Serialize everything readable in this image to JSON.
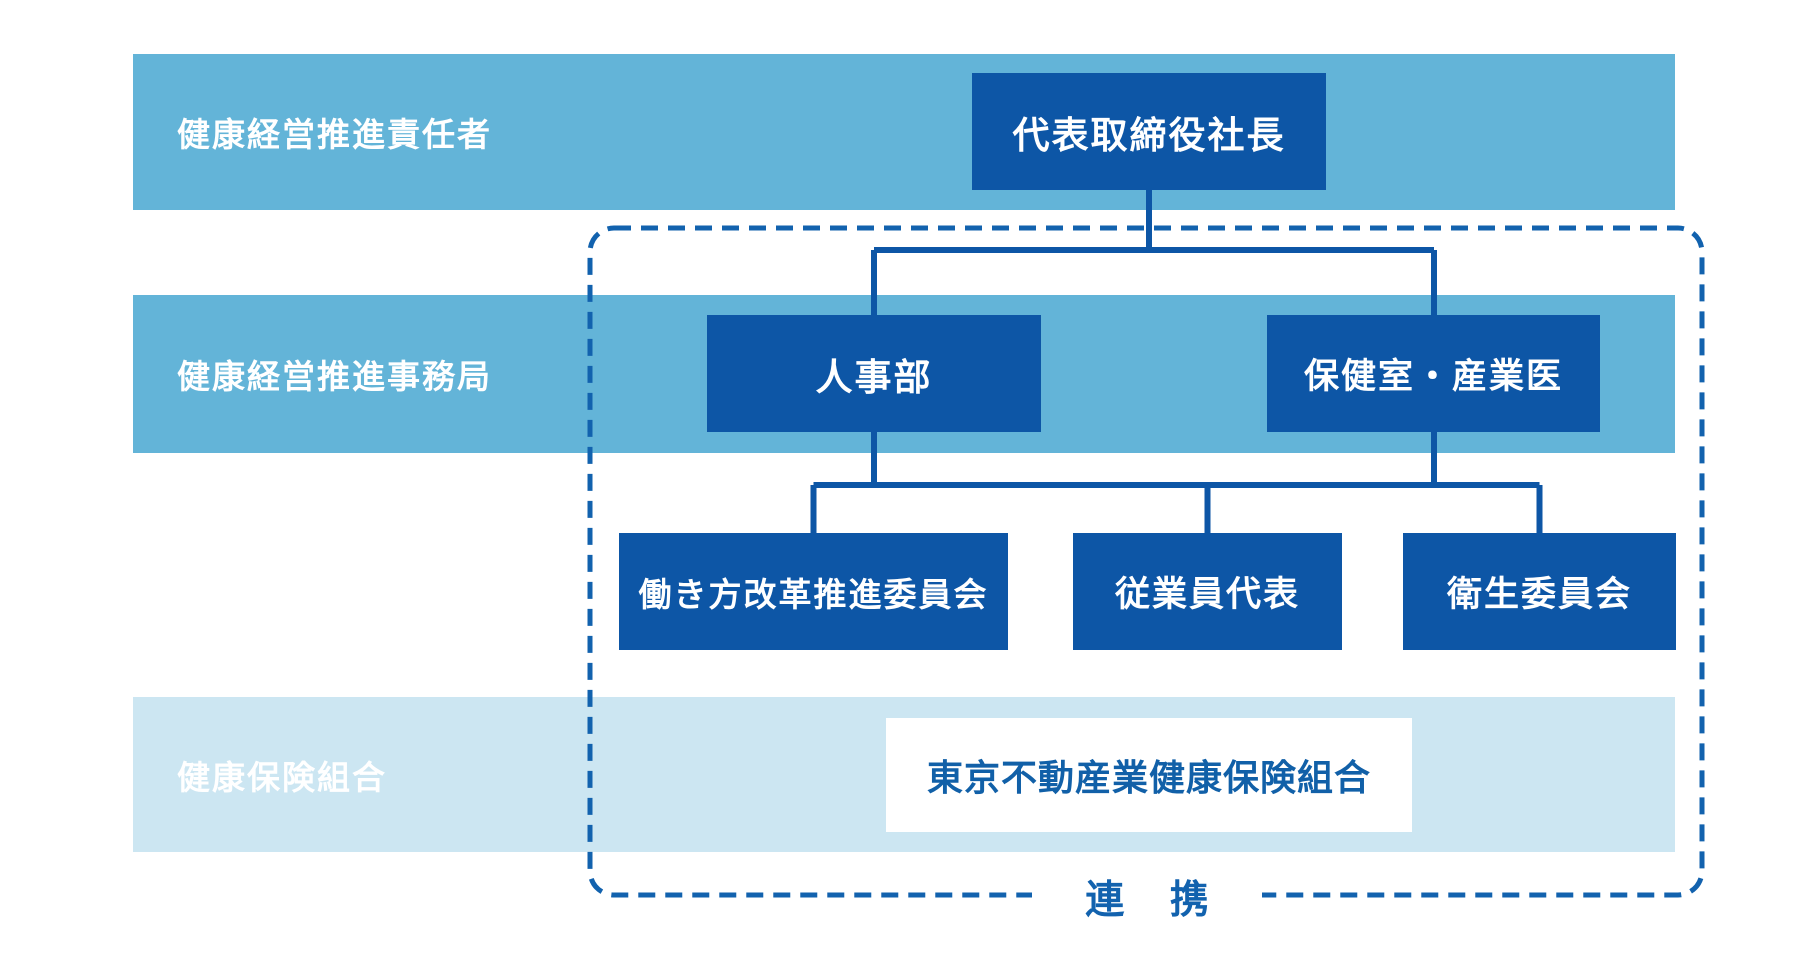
{
  "rows": [
    {
      "label": "健康経営推進責任者"
    },
    {
      "label": "健康経営推進事務局"
    },
    {
      "label": "健康保険組合"
    }
  ],
  "nodes": {
    "ceo": "代表取締役社長",
    "hr": "人事部",
    "health_office": "保健室・産業医",
    "workstyle_committee": "働き方改革推進委員会",
    "employee_rep": "従業員代表",
    "hygiene_committee": "衛生委員会",
    "insurance_union": "東京不動産業健康保険組合"
  },
  "cooperation_label": "連 携",
  "colors": {
    "band_blue": "#63b4d8",
    "band_light": "#cce6f2",
    "box_blue": "#0d56a6",
    "line_blue": "#0d56a6",
    "dash_blue": "#1262ae",
    "text_on_light": "#1160a8"
  }
}
